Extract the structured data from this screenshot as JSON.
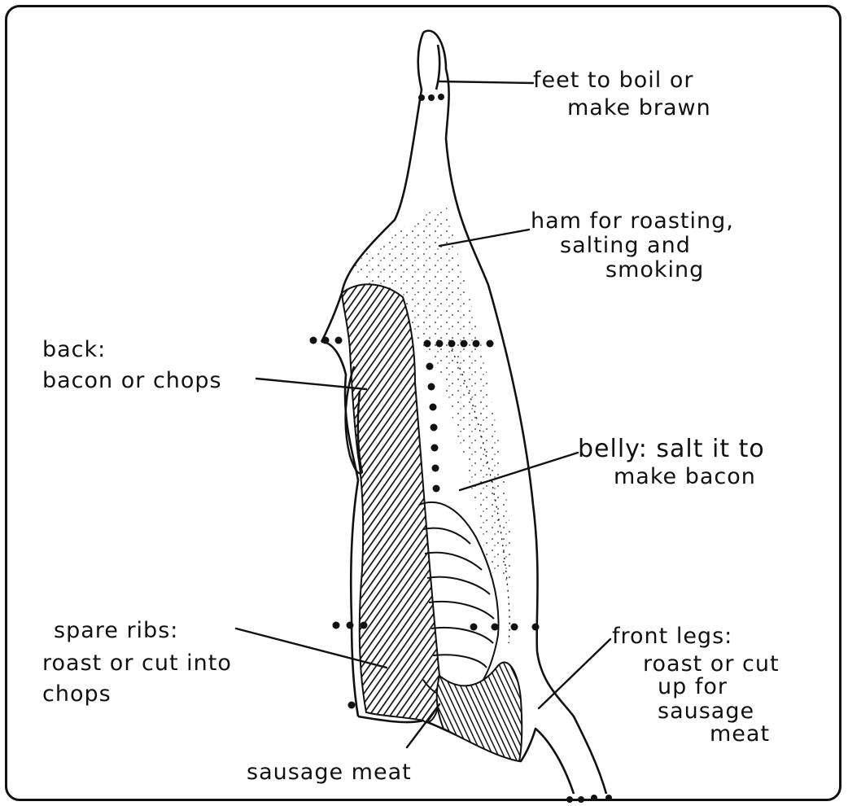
{
  "labels": {
    "feet": [
      "feet to boil or",
      "make brawn"
    ],
    "ham": [
      "ham for roasting,",
      "salting and",
      "smoking"
    ],
    "back": [
      "back:",
      "bacon or chops"
    ],
    "belly": [
      "belly: salt it to",
      "make bacon"
    ],
    "spare_ribs": [
      "spare ribs:",
      "roast or cut into",
      "chops"
    ],
    "front_legs": [
      "front legs:",
      "roast or cut",
      "up for",
      "sausage",
      "meat"
    ],
    "sausage_meat": "sausage meat"
  }
}
